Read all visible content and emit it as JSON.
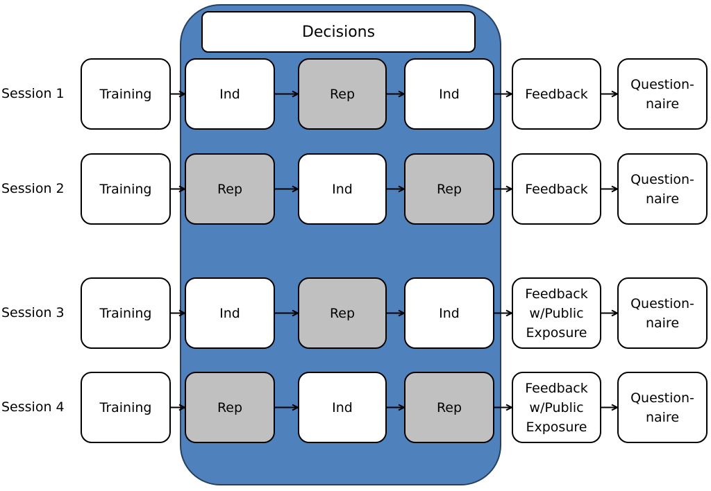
{
  "colors": {
    "panel": "#4f81bd",
    "panel_border": "#243f60",
    "rep_fill": "#c0c0c0",
    "box_fill": "#ffffff",
    "stroke": "#000000"
  },
  "decisions_label": "Decisions",
  "sessions": [
    {
      "label": "Session 1",
      "training": "Training",
      "decisions": [
        {
          "text": "Ind",
          "type": "ind"
        },
        {
          "text": "Rep",
          "type": "rep"
        },
        {
          "text": "Ind",
          "type": "ind"
        }
      ],
      "feedback": "Feedback",
      "questionnaire": "Question-\nnaire"
    },
    {
      "label": "Session 2",
      "training": "Training",
      "decisions": [
        {
          "text": "Rep",
          "type": "rep"
        },
        {
          "text": "Ind",
          "type": "ind"
        },
        {
          "text": "Rep",
          "type": "rep"
        }
      ],
      "feedback": "Feedback",
      "questionnaire": "Question-\nnaire"
    },
    {
      "label": "Session 3",
      "training": "Training",
      "decisions": [
        {
          "text": "Ind",
          "type": "ind"
        },
        {
          "text": "Rep",
          "type": "rep"
        },
        {
          "text": "Ind",
          "type": "ind"
        }
      ],
      "feedback": "Feedback\nw/Public\nExposure",
      "questionnaire": "Question-\nnaire"
    },
    {
      "label": "Session 4",
      "training": "Training",
      "decisions": [
        {
          "text": "Rep",
          "type": "rep"
        },
        {
          "text": "Ind",
          "type": "ind"
        },
        {
          "text": "Rep",
          "type": "rep"
        }
      ],
      "feedback": "Feedback\nw/Public\nExposure",
      "questionnaire": "Question-\nnaire"
    }
  ]
}
